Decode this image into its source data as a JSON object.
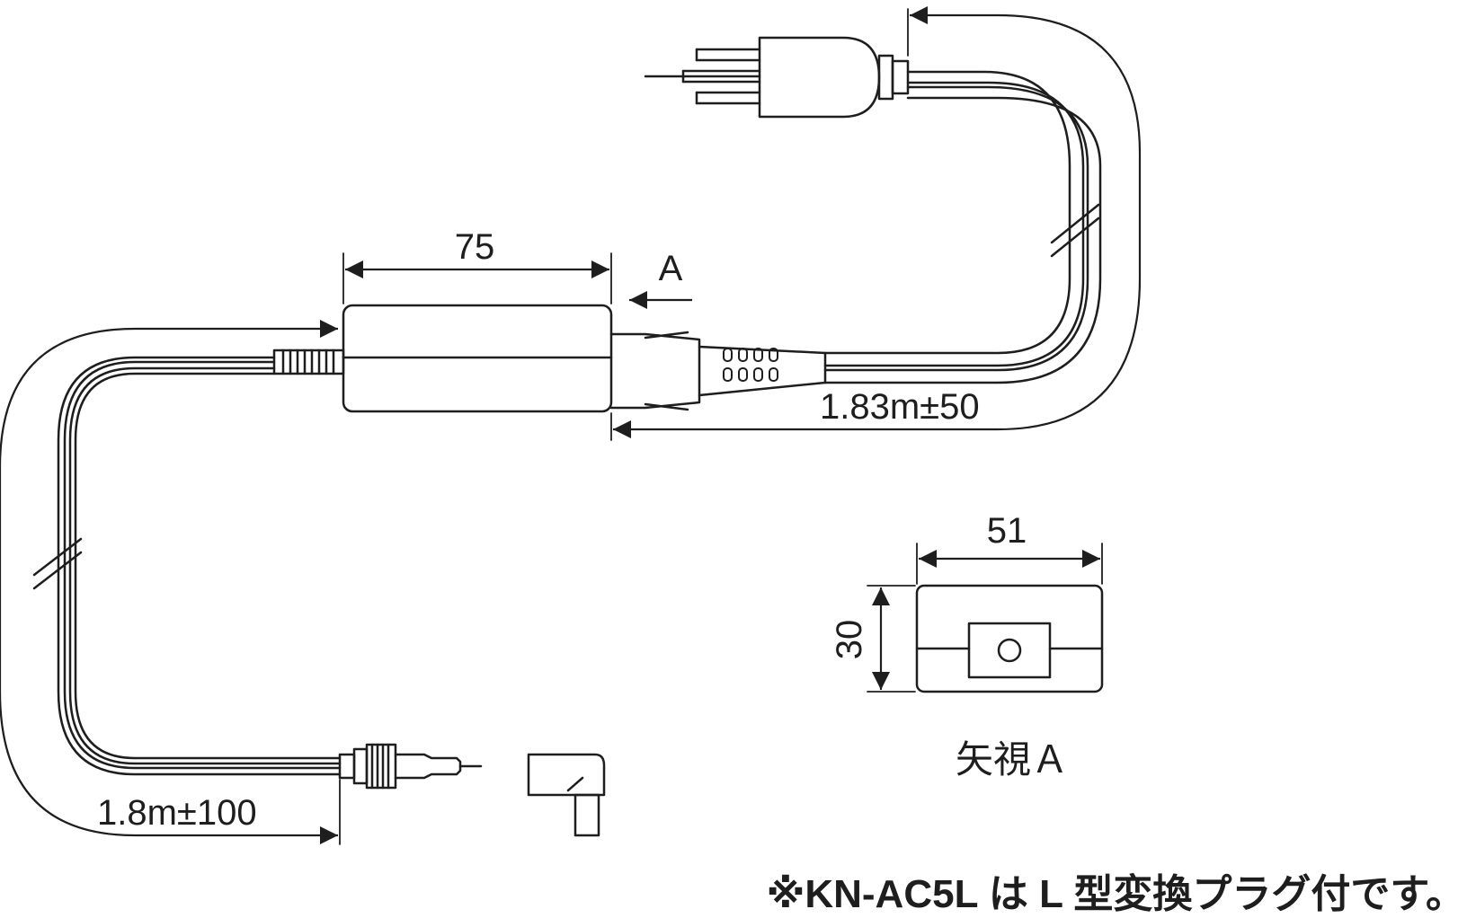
{
  "dimensions": {
    "adapter_length": "75",
    "view_arrow_label": "A",
    "ac_cord_length": "1.83m±50",
    "dc_cord_length": "1.8m±100",
    "end_width": "51",
    "end_height": "30"
  },
  "view_label": "矢視Ａ",
  "footnote": "※KN-AC5L は L 型変換プラグ付です。",
  "colors": {
    "line": "#1e1e1e",
    "background": "#ffffff"
  }
}
